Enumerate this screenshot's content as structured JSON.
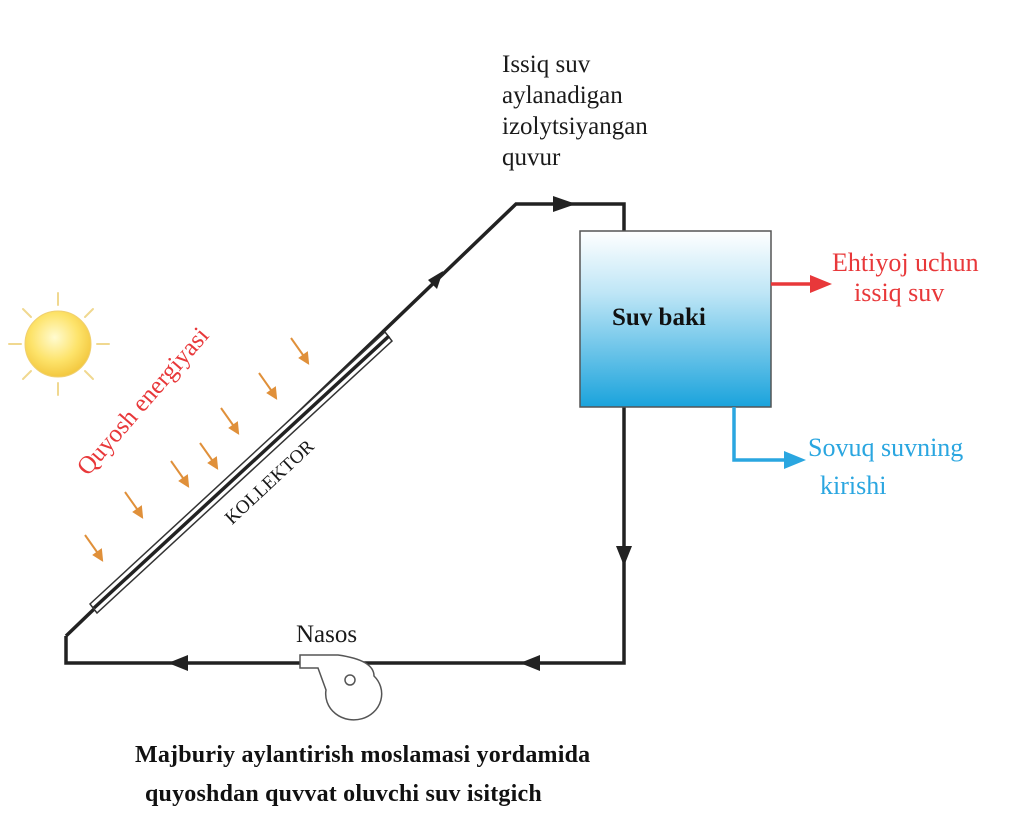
{
  "labels": {
    "hot_pipe": [
      "Issiq suv",
      "aylanadigan",
      "izolytsiyangan",
      "quvur"
    ],
    "tank": "Suv baki",
    "hot_out": [
      "Ehtiyoj uchun",
      "issiq suv"
    ],
    "cold_in": [
      "Sovuq suvning",
      "kirishi"
    ],
    "solar_energy": "Quyosh energiyasi",
    "collector": "KOLLEKTOR",
    "pump": "Nasos"
  },
  "caption": [
    "Majburiy aylantirish moslamasi yordamida",
    "quyoshdan quvvat oluvchi  suv  isitgich"
  ],
  "colors": {
    "pipe": "#222222",
    "sun_fill": "#fde36a",
    "sun_rays": "#f0d890",
    "tank_top": "#ffffff",
    "tank_bottom": "#1aa3dc",
    "hot_water": "#e8383a",
    "cold_water": "#2aa6e0",
    "energy_arrows": "#e0903a",
    "energy_text": "#e8383a"
  },
  "icons": [
    "sun-icon",
    "pump-icon",
    "energy-arrow-icon",
    "flow-arrow-icon"
  ]
}
